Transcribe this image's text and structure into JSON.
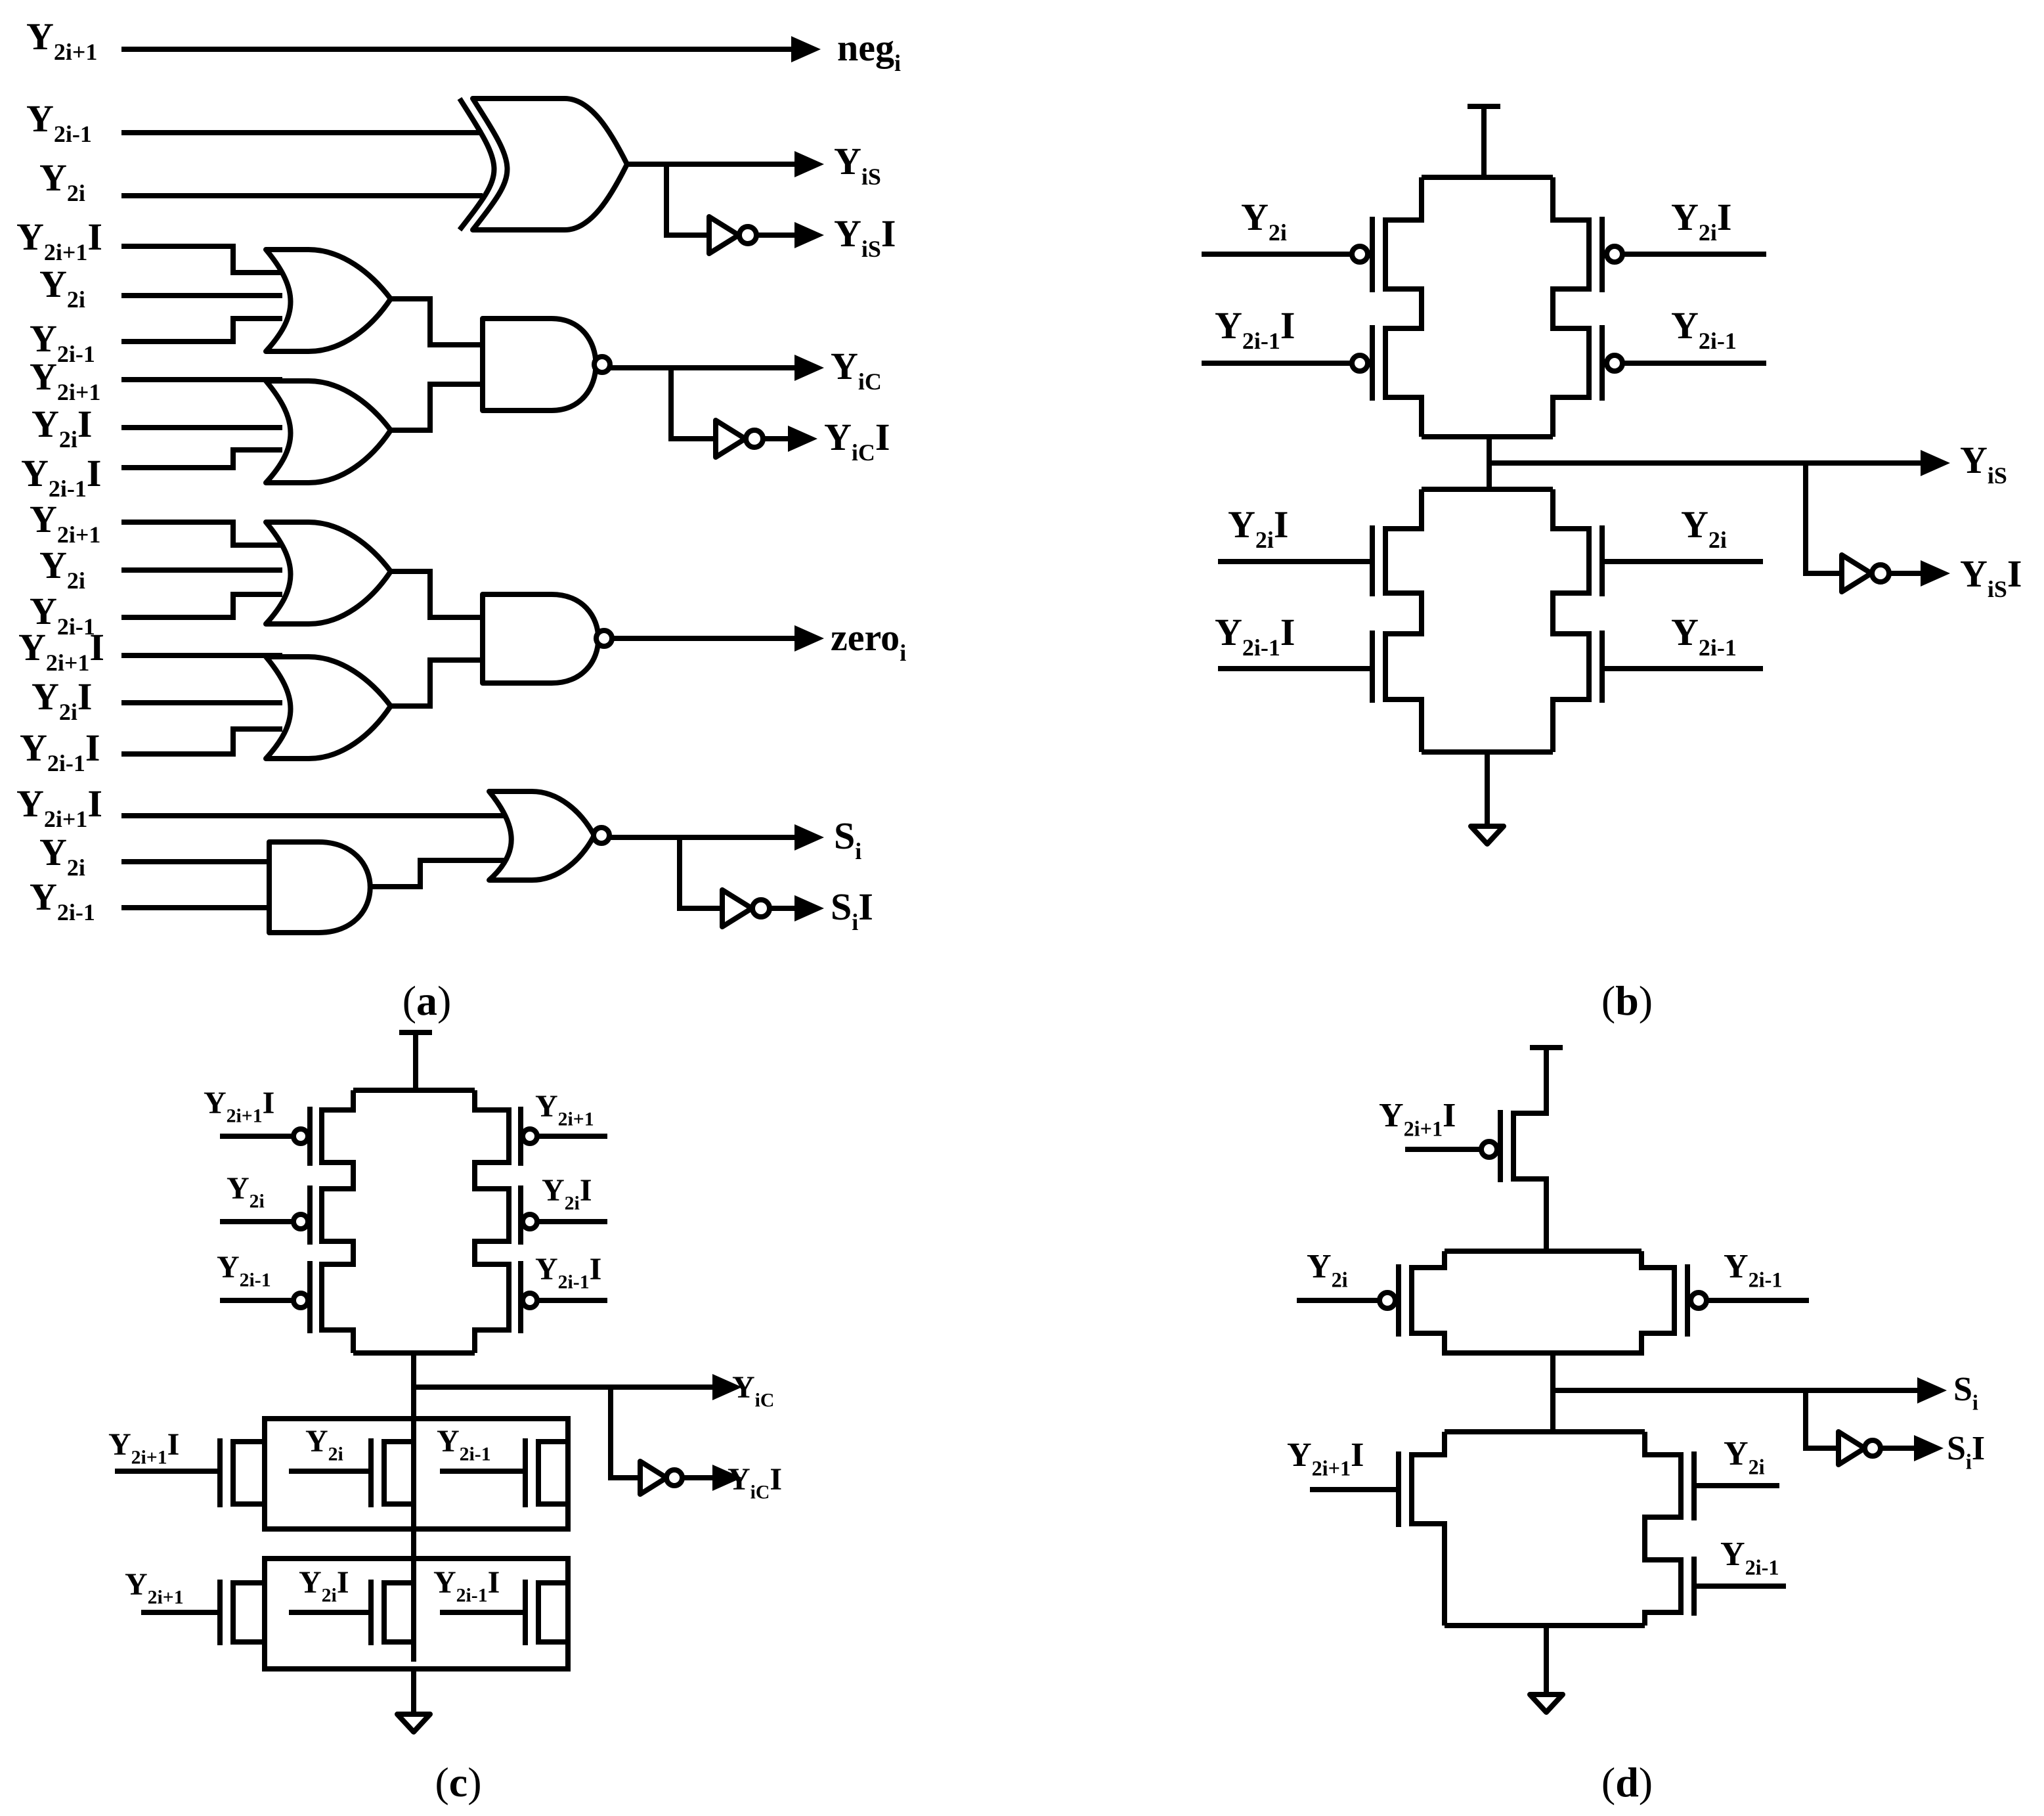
{
  "captions": {
    "a": "(a)",
    "b": "(b)",
    "c": "(c)",
    "d": "(d)"
  },
  "captions_letters": {
    "a": "a",
    "b": "b",
    "c": "c",
    "d": "d"
  },
  "panel_a": {
    "inputs": [
      {
        "base": "Y",
        "sub": "2i+1",
        "suffix": ""
      },
      {
        "base": "Y",
        "sub": "2i-1",
        "suffix": ""
      },
      {
        "base": "Y",
        "sub": "2i",
        "suffix": ""
      },
      {
        "base": "Y",
        "sub": "2i+1",
        "suffix": "I"
      },
      {
        "base": "Y",
        "sub": "2i",
        "suffix": ""
      },
      {
        "base": "Y",
        "sub": "2i-1",
        "suffix": ""
      },
      {
        "base": "Y",
        "sub": "2i+1",
        "suffix": ""
      },
      {
        "base": "Y",
        "sub": "2i",
        "suffix": "I"
      },
      {
        "base": "Y",
        "sub": "2i-1",
        "suffix": "I"
      },
      {
        "base": "Y",
        "sub": "2i+1",
        "suffix": ""
      },
      {
        "base": "Y",
        "sub": "2i",
        "suffix": ""
      },
      {
        "base": "Y",
        "sub": "2i-1",
        "suffix": ""
      },
      {
        "base": "Y",
        "sub": "2i+1",
        "suffix": "I"
      },
      {
        "base": "Y",
        "sub": "2i",
        "suffix": "I"
      },
      {
        "base": "Y",
        "sub": "2i-1",
        "suffix": "I"
      },
      {
        "base": "Y",
        "sub": "2i+1",
        "suffix": "I"
      },
      {
        "base": "Y",
        "sub": "2i",
        "suffix": ""
      },
      {
        "base": "Y",
        "sub": "2i-1",
        "suffix": ""
      }
    ],
    "outputs": [
      {
        "base": "neg",
        "sub": "i",
        "suffix": ""
      },
      {
        "base": "Y",
        "sub": "iS",
        "suffix": ""
      },
      {
        "base": "Y",
        "sub": "iS",
        "suffix": "I"
      },
      {
        "base": "Y",
        "sub": "iC",
        "suffix": ""
      },
      {
        "base": "Y",
        "sub": "iC",
        "suffix": "I"
      },
      {
        "base": "zero",
        "sub": "i",
        "suffix": ""
      },
      {
        "base": "S",
        "sub": "i",
        "suffix": ""
      },
      {
        "base": "S",
        "sub": "i",
        "suffix": "I"
      }
    ]
  },
  "panel_b": {
    "pmos_left": [
      {
        "base": "Y",
        "sub": "2i",
        "suffix": ""
      },
      {
        "base": "Y",
        "sub": "2i-1",
        "suffix": "I"
      }
    ],
    "pmos_right": [
      {
        "base": "Y",
        "sub": "2i",
        "suffix": "I"
      },
      {
        "base": "Y",
        "sub": "2i-1",
        "suffix": ""
      }
    ],
    "nmos_left": [
      {
        "base": "Y",
        "sub": "2i",
        "suffix": "I"
      },
      {
        "base": "Y",
        "sub": "2i-1",
        "suffix": "I"
      }
    ],
    "nmos_right": [
      {
        "base": "Y",
        "sub": "2i",
        "suffix": ""
      },
      {
        "base": "Y",
        "sub": "2i-1",
        "suffix": ""
      }
    ],
    "out": {
      "base": "Y",
      "sub": "iS",
      "suffix": ""
    },
    "out_inv": {
      "base": "Y",
      "sub": "iS",
      "suffix": "I"
    }
  },
  "panel_c": {
    "pmos_left": [
      {
        "base": "Y",
        "sub": "2i+1",
        "suffix": "I"
      },
      {
        "base": "Y",
        "sub": "2i",
        "suffix": ""
      },
      {
        "base": "Y",
        "sub": "2i-1",
        "suffix": ""
      }
    ],
    "pmos_right": [
      {
        "base": "Y",
        "sub": "2i+1",
        "suffix": ""
      },
      {
        "base": "Y",
        "sub": "2i",
        "suffix": "I"
      },
      {
        "base": "Y",
        "sub": "2i-1",
        "suffix": "I"
      }
    ],
    "nmos_row1": [
      {
        "base": "Y",
        "sub": "2i+1",
        "suffix": "I"
      },
      {
        "base": "Y",
        "sub": "2i",
        "suffix": ""
      },
      {
        "base": "Y",
        "sub": "2i-1",
        "suffix": ""
      }
    ],
    "nmos_row2": [
      {
        "base": "Y",
        "sub": "2i+1",
        "suffix": ""
      },
      {
        "base": "Y",
        "sub": "2i",
        "suffix": "I"
      },
      {
        "base": "Y",
        "sub": "2i-1",
        "suffix": "I"
      }
    ],
    "out": {
      "base": "Y",
      "sub": "iC",
      "suffix": ""
    },
    "out_inv": {
      "base": "Y",
      "sub": "iC",
      "suffix": "I"
    }
  },
  "panel_d": {
    "pmos_top": {
      "base": "Y",
      "sub": "2i+1",
      "suffix": "I"
    },
    "pmos_left": {
      "base": "Y",
      "sub": "2i",
      "suffix": ""
    },
    "pmos_right": {
      "base": "Y",
      "sub": "2i-1",
      "suffix": ""
    },
    "nmos_left": {
      "base": "Y",
      "sub": "2i+1",
      "suffix": "I"
    },
    "nmos_right_top": {
      "base": "Y",
      "sub": "2i",
      "suffix": ""
    },
    "nmos_right_bottom": {
      "base": "Y",
      "sub": "2i-1",
      "suffix": ""
    },
    "out": {
      "base": "S",
      "sub": "i",
      "suffix": ""
    },
    "out_inv": {
      "base": "S",
      "sub": "i",
      "suffix": "I"
    }
  }
}
